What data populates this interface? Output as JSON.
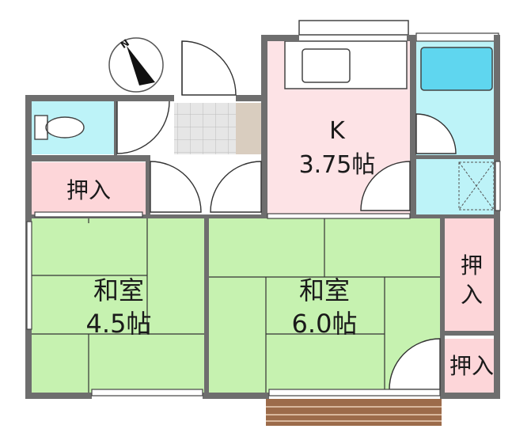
{
  "compass": {
    "north_letter": "N"
  },
  "rooms": {
    "kitchen": {
      "name": "K",
      "size": "3.75帖"
    },
    "washitsu_left": {
      "name": "和室",
      "size": "4.5帖"
    },
    "washitsu_right": {
      "name": "和室",
      "size": "6.0帖"
    },
    "closet_top_left": {
      "line1": "押入"
    },
    "closet_right_tall": {
      "line1": "押",
      "line2": "入"
    },
    "closet_right_small": {
      "line1": "押入"
    }
  },
  "colors": {
    "wall": "#6e6e6e",
    "tatami": "#c6f2b0",
    "kitchen": "#fde3e6",
    "closet": "#fdd6d9",
    "wet_area": "#bdf3f8",
    "bathtub": "#5fd6ef",
    "entrance_tile": "#e8e8e8",
    "step": "#d9cdbf",
    "balcony": "#9c6b4a"
  }
}
